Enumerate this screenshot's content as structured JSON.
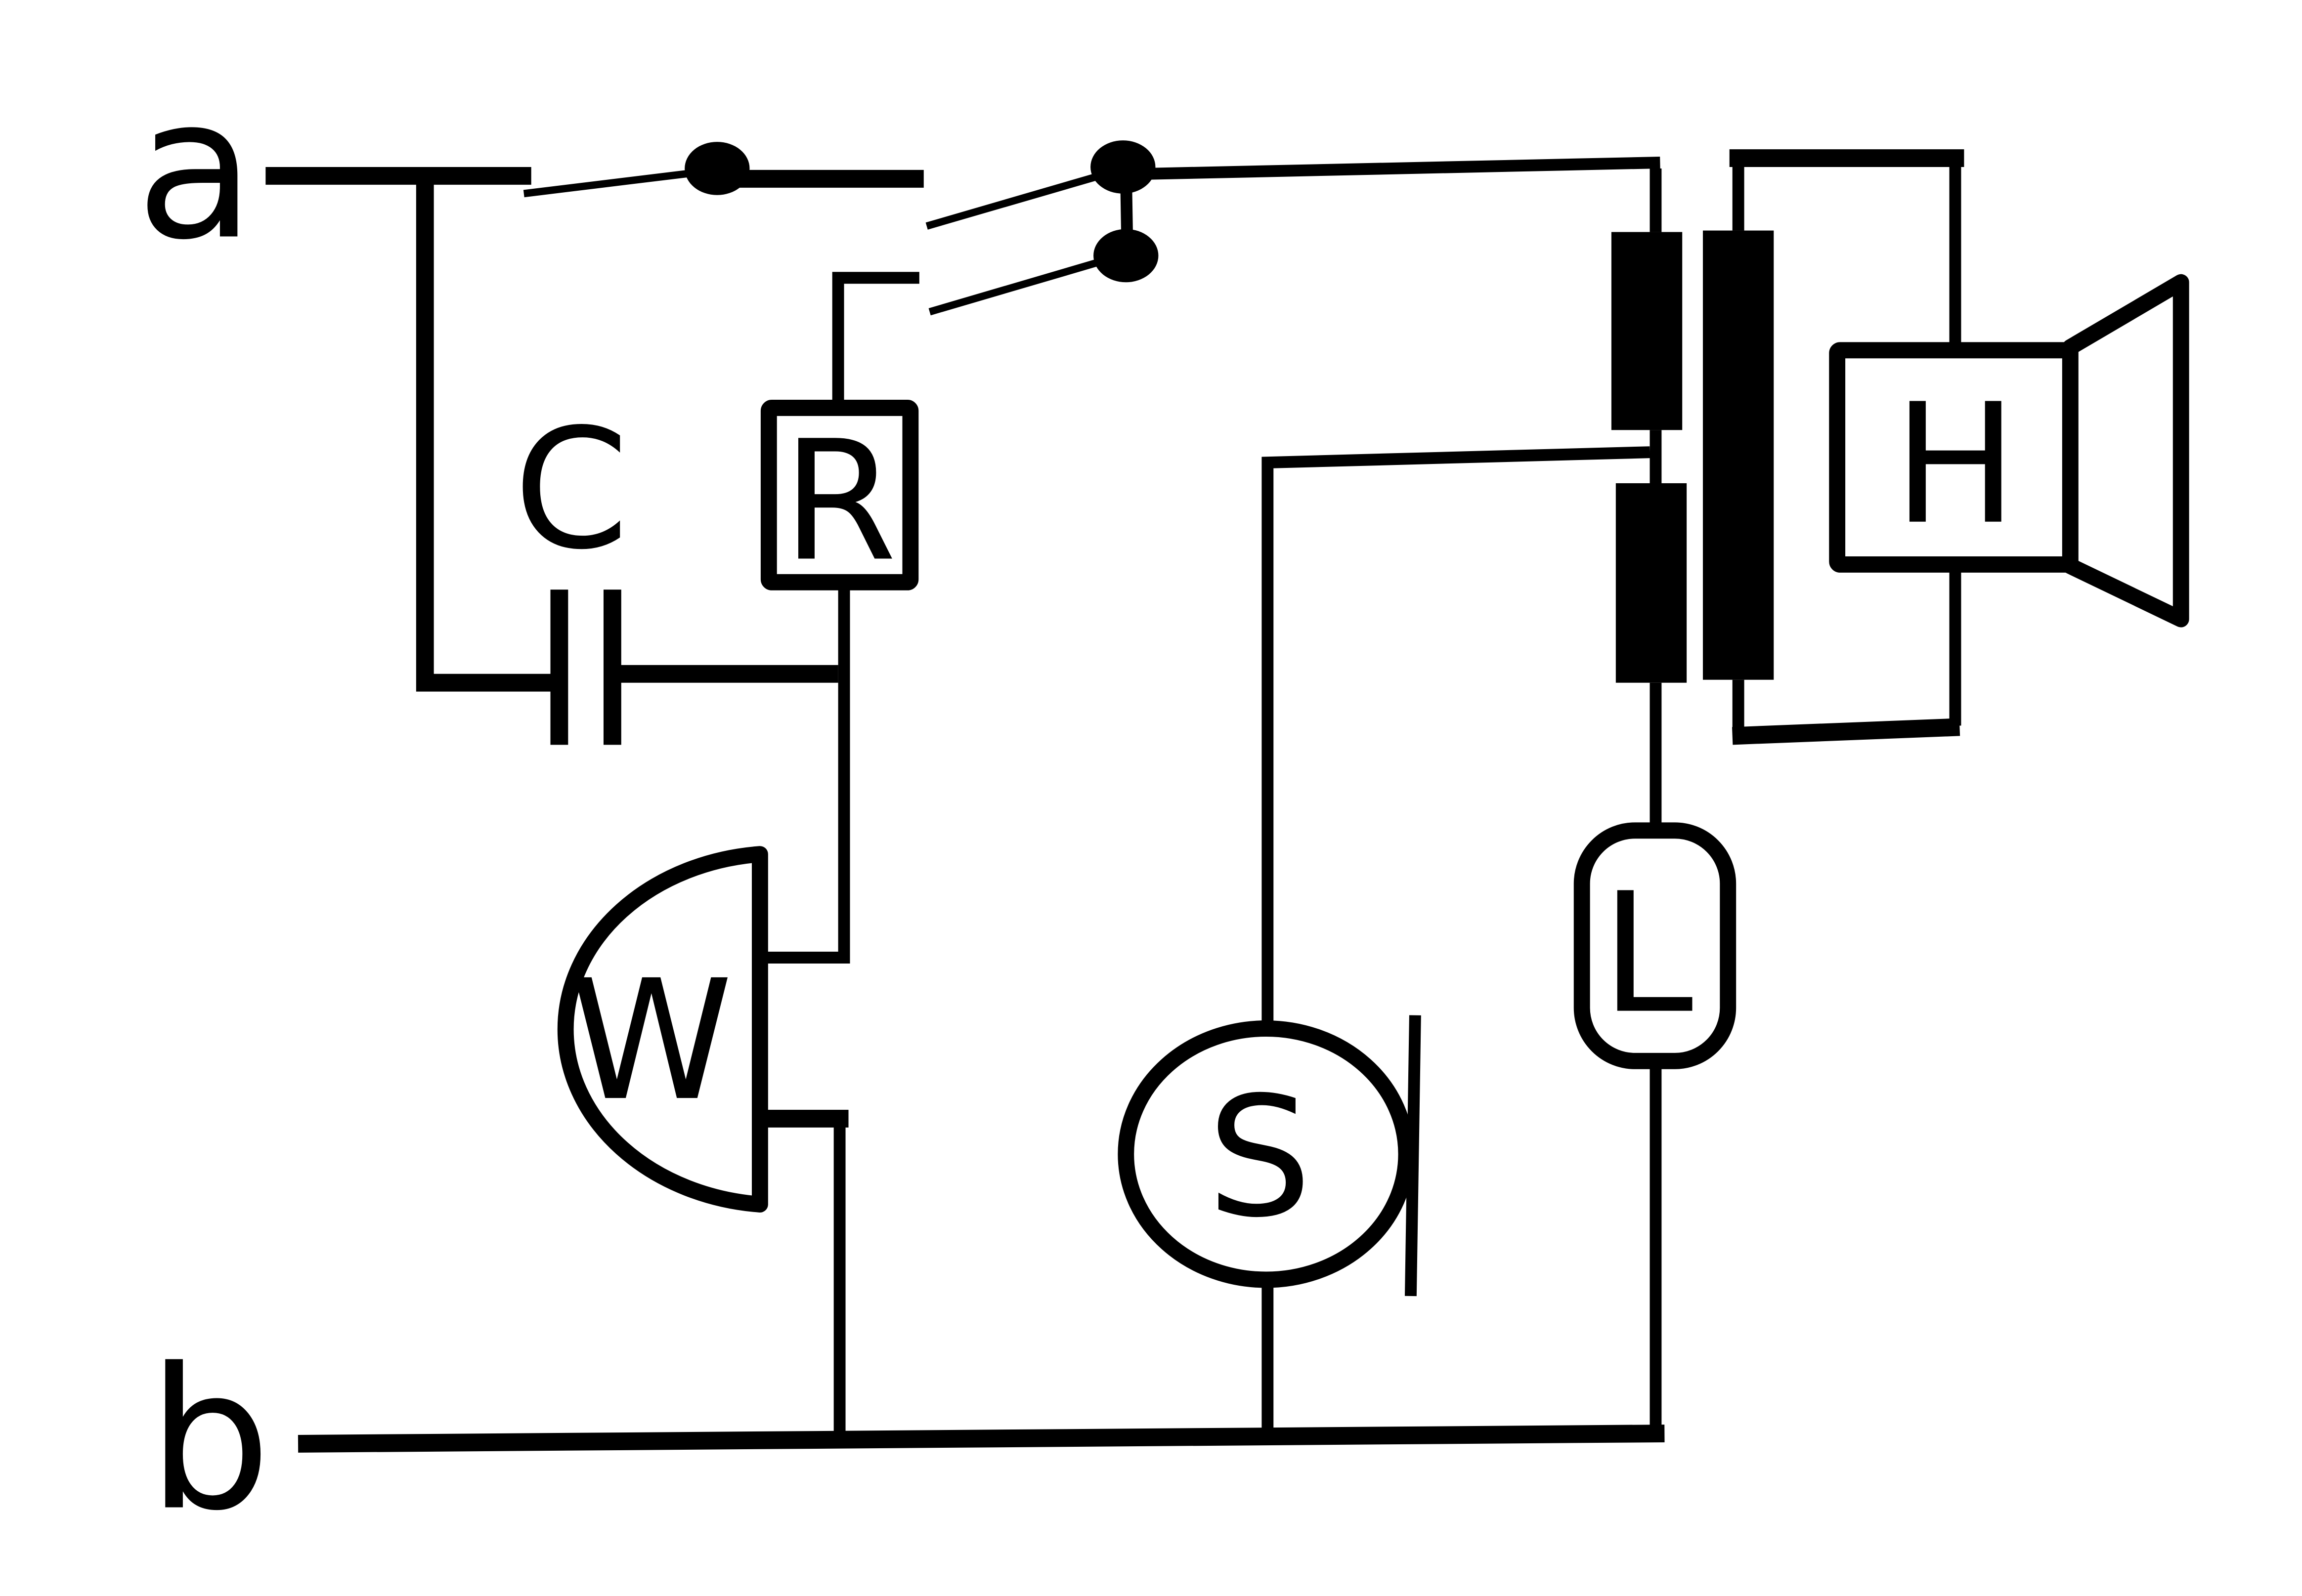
{
  "diagram": {
    "title": "Circuit diagram",
    "terminals": {
      "a": "a",
      "b": "b"
    },
    "components": {
      "capacitor": {
        "label": "C",
        "type": "capacitor"
      },
      "resistor": {
        "label": "R",
        "type": "resistor"
      },
      "meter": {
        "label": "W",
        "type": "wattmeter"
      },
      "source": {
        "label": "S",
        "type": "source"
      },
      "inductor": {
        "label": "L",
        "type": "load"
      },
      "speaker": {
        "label": "H",
        "type": "speaker"
      },
      "transformer": {
        "label": "",
        "type": "transformer"
      },
      "switch_single": {
        "label": "",
        "type": "switch"
      },
      "switch_double": {
        "label": "",
        "type": "double-pole switch"
      }
    },
    "colors": {
      "stroke": "#000000",
      "background": "#ffffff"
    }
  }
}
